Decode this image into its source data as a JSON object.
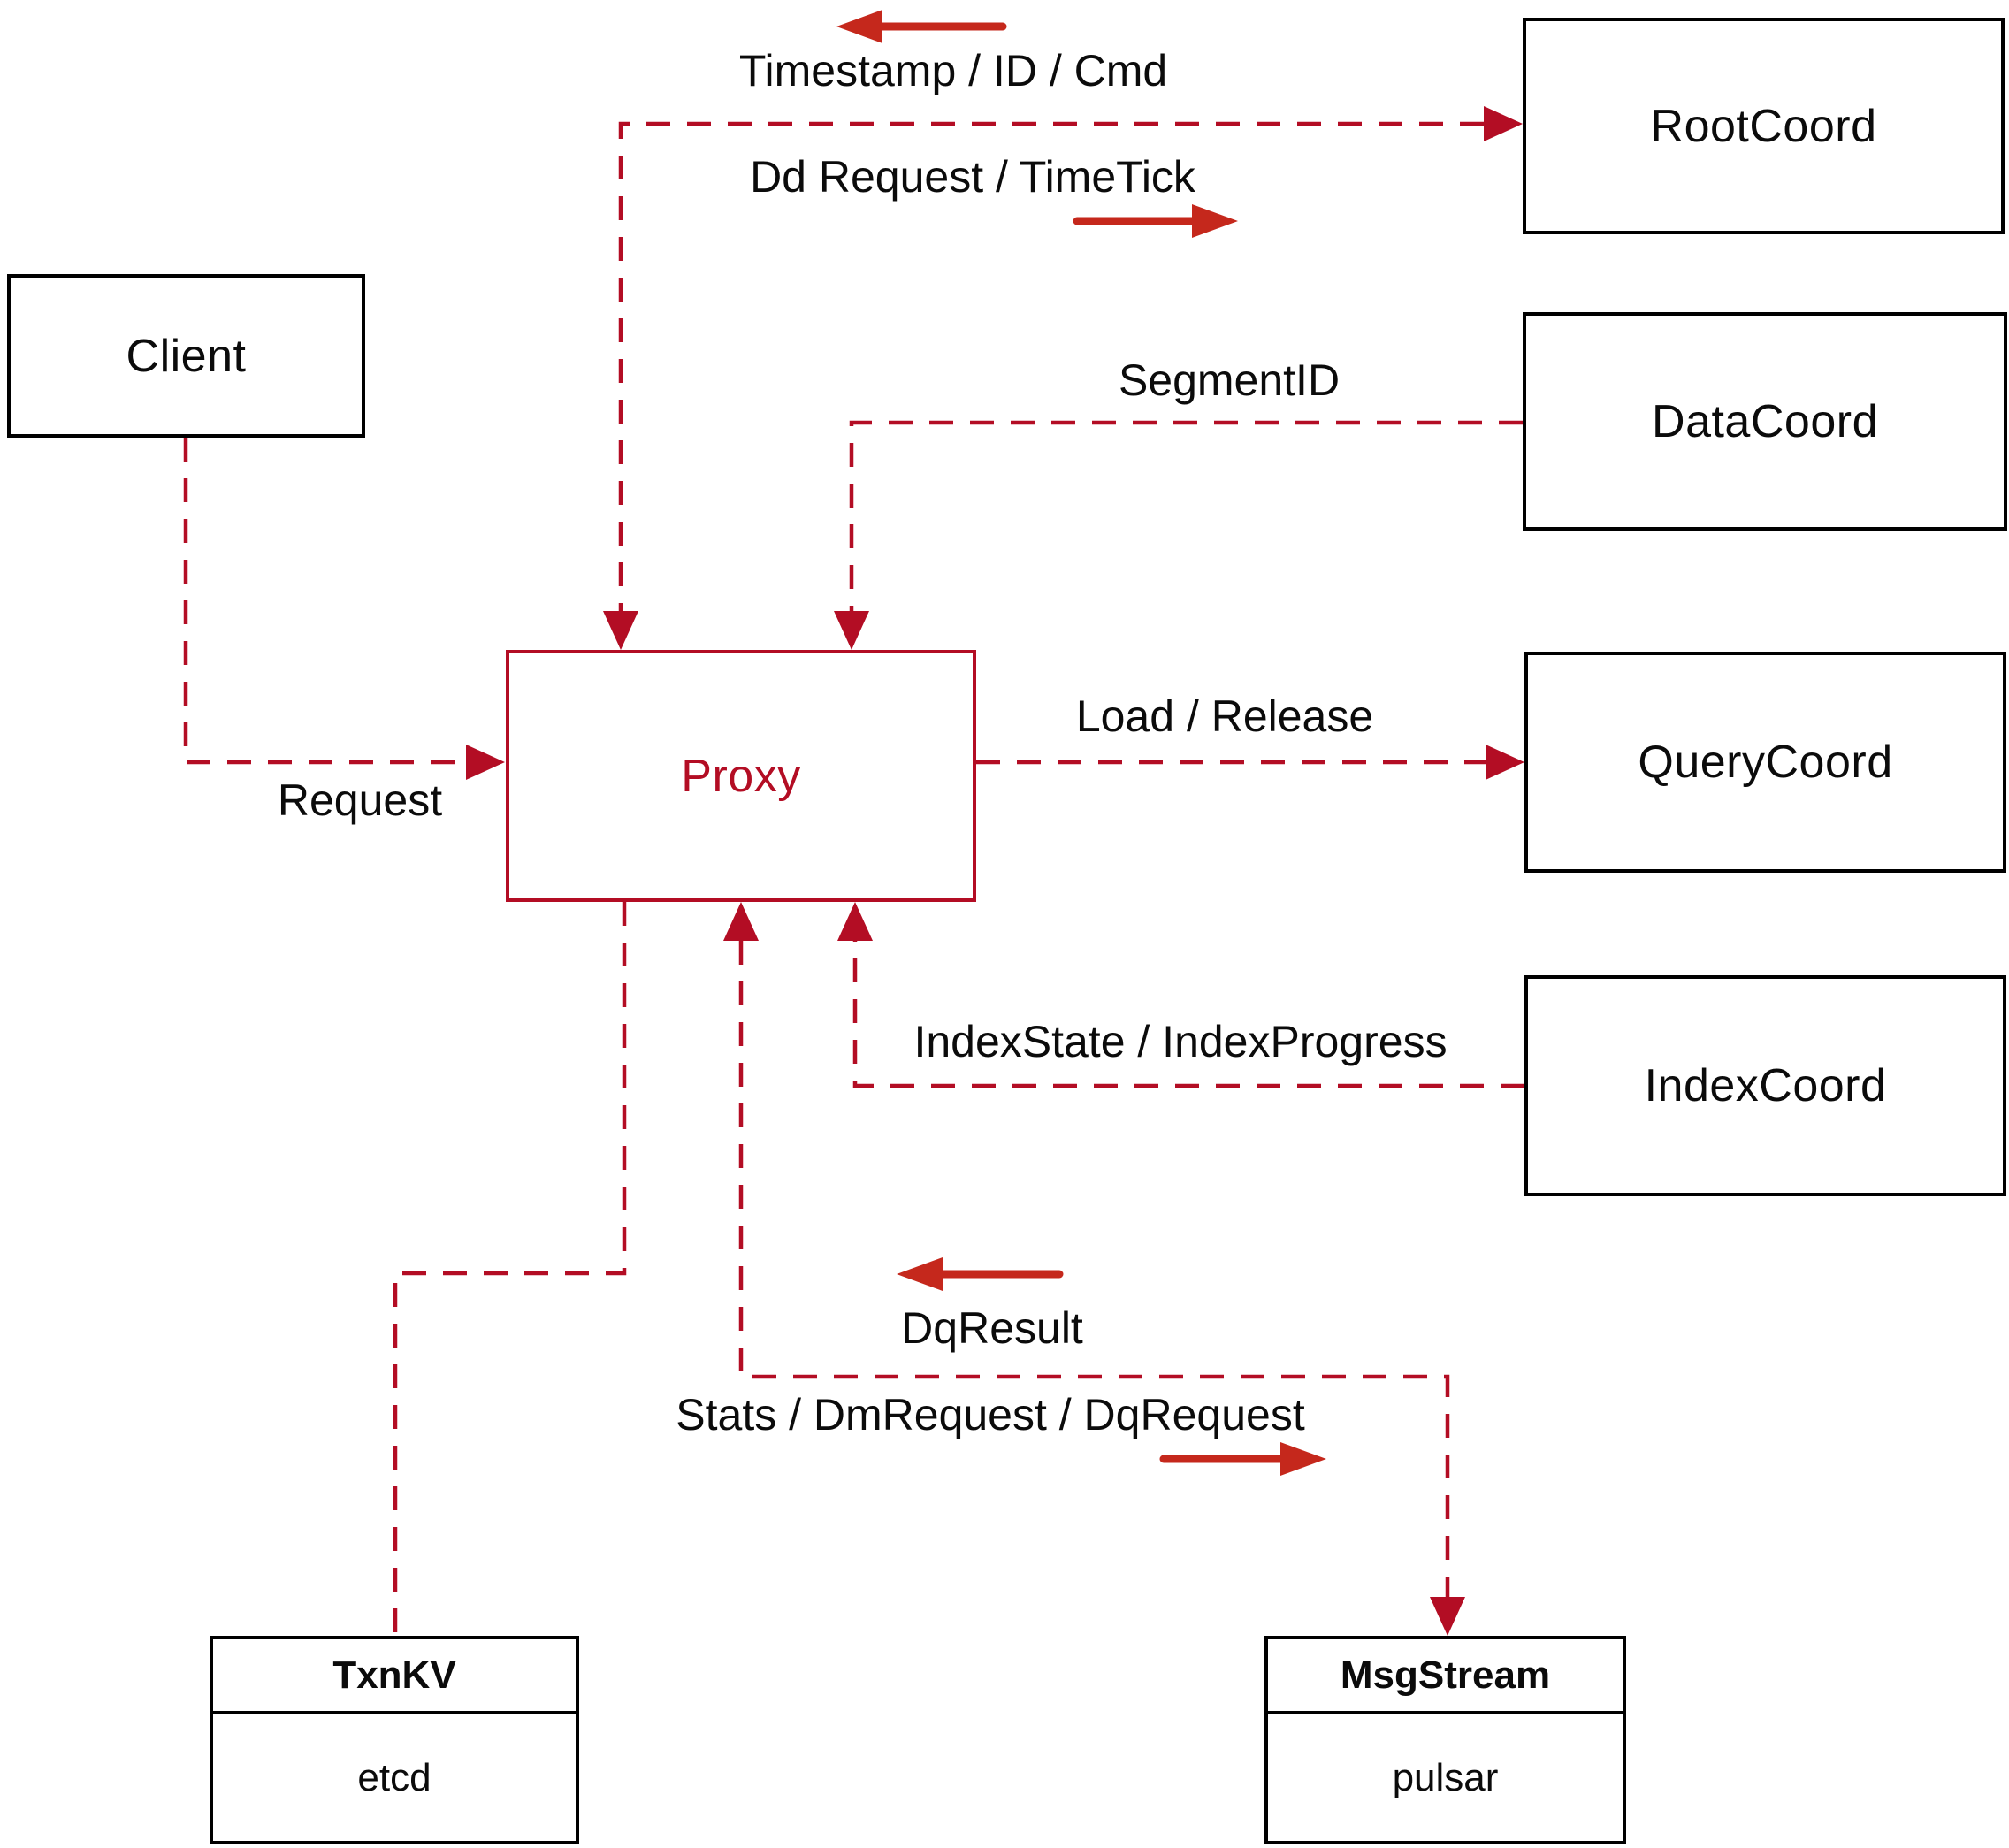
{
  "colors": {
    "connector": "#b30d24",
    "solid_arrow": "#c5281c",
    "box_border": "#000000",
    "text": "#0b0b0b",
    "proxy_accent": "#b30d24",
    "background": "#ffffff"
  },
  "nodes": {
    "client": {
      "label": "Client"
    },
    "root_coord": {
      "label": "RootCoord"
    },
    "data_coord": {
      "label": "DataCoord"
    },
    "query_coord": {
      "label": "QueryCoord"
    },
    "index_coord": {
      "label": "IndexCoord"
    },
    "proxy": {
      "label": "Proxy"
    },
    "txn_kv": {
      "title": "TxnKV",
      "implementation": "etcd"
    },
    "msg_stream": {
      "title": "MsgStream",
      "implementation": "pulsar"
    }
  },
  "edge_labels": {
    "timestamp_id_cmd": "Timestamp / ID / Cmd",
    "dd_request_timetick": "Dd Request / TimeTick",
    "segment_id": "SegmentID",
    "request": "Request",
    "load_release": "Load / Release",
    "index_state_progress": "IndexState / IndexProgress",
    "dq_result": "DqResult",
    "stats_dm_dq_request": "Stats / DmRequest / DqRequest"
  }
}
